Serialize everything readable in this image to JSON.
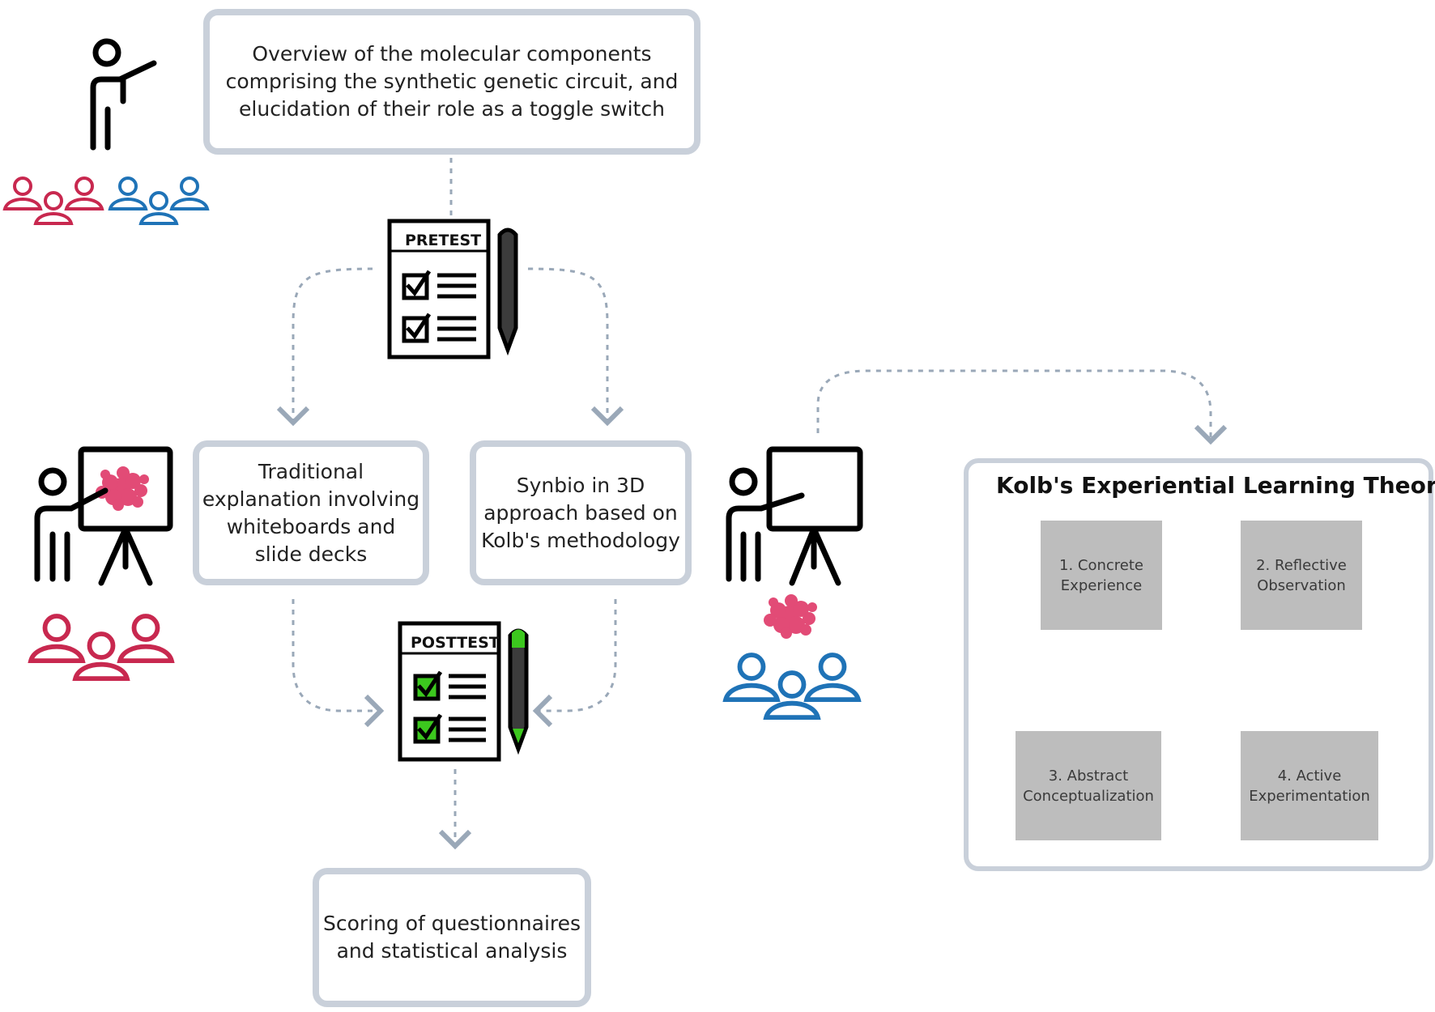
{
  "boxes": {
    "overview": "Overview of the molecular components\ncomprising the synthetic genetic circuit, and\nelucidation of their role as a toggle switch",
    "traditional": "Traditional\nexplanation involving\nwhiteboards and\nslide decks",
    "synbio": "Synbio in 3D\napproach based on\nKolb's methodology",
    "scoring": "Scoring of questionnaires\nand statistical analysis"
  },
  "tests": {
    "pretest": "PRETEST",
    "posttest": "POSTTEST"
  },
  "kolb": {
    "title": "Kolb's Experiential Learning Theory",
    "stages": [
      "1. Concrete\nExperience",
      "2. Reflective\nObservation",
      "3. Abstract\nConceptualization",
      "4. Active\nExperimentation"
    ]
  },
  "colors": {
    "frame": "#c9d0da",
    "dashed": "#9aa8b8",
    "red_group": "#c8284f",
    "blue_group": "#1f73b7",
    "protein": "#e24b76",
    "check_green": "#3cc81e",
    "stage_fill": "#bdbdbd"
  },
  "icons": [
    "teacher-icon",
    "student-group-icon",
    "whiteboard-icon",
    "checklist-icon",
    "pencil-icon",
    "protein-model-icon",
    "brain-icon",
    "circuit-icon"
  ]
}
